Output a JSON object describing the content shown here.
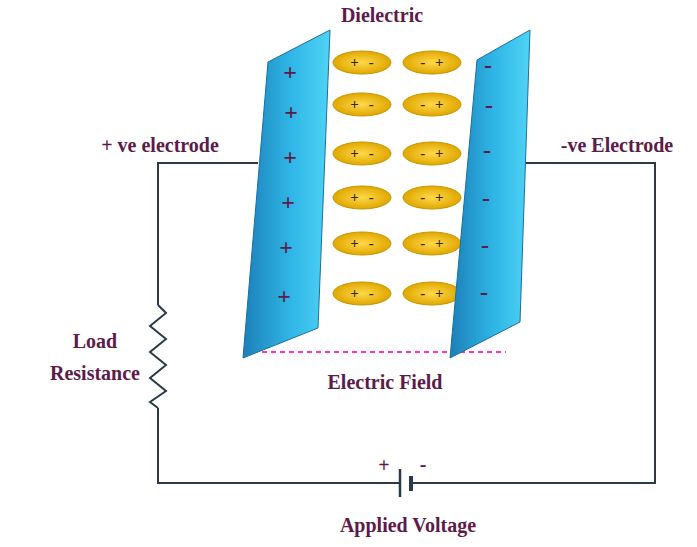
{
  "diagram": {
    "nodes": [
      {
        "text": [
          "+",
          "+",
          "+",
          "+",
          "+",
          "+"
        ]
      },
      {
        "text": [
          "+ -"
        ]
      },
      {
        "text": [
          "- +"
        ]
      },
      {
        "text": [
          "+ -"
        ]
      },
      {
        "text": [
          "- +"
        ]
      },
      {
        "text": [
          "+ -"
        ]
      },
      {
        "text": [
          "- +"
        ]
      },
      {
        "text": [
          "+ -"
        ]
      },
      {
        "text": [
          "- +"
        ]
      },
      {
        "text": [
          "+ -"
        ]
      },
      {
        "text": [
          "- +"
        ]
      },
      {
        "text": [
          "+ -"
        ]
      },
      {
        "text": [
          "- +"
        ]
      },
      {
        "text": [
          "-",
          "-",
          "-",
          "-",
          "-",
          "-"
        ]
      }
    ],
    "labels": [
      "Dielectric",
      "+ ve electrode",
      "-ve Electrode",
      "Load Resistance",
      "Electric Field",
      "+",
      "-",
      "Applied Voltage"
    ]
  }
}
